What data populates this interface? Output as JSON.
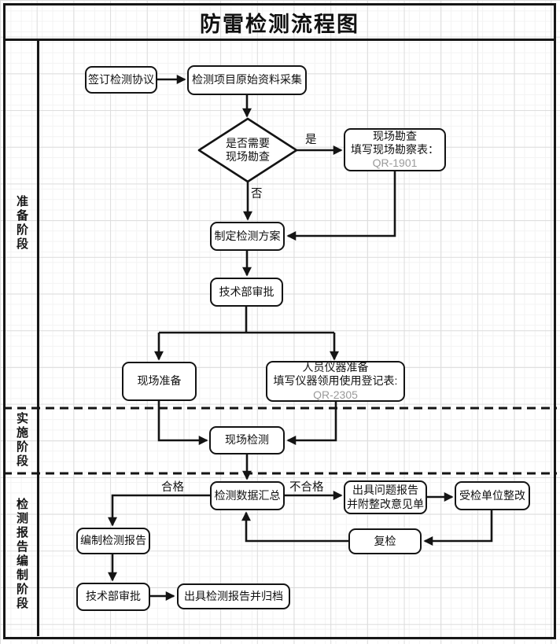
{
  "title": "防雷检测流程图",
  "sidebar": {
    "phases": [
      {
        "label": "准备阶段"
      },
      {
        "label": "实施阶段"
      },
      {
        "label": "检测报告编制阶段"
      }
    ]
  },
  "nodes": {
    "sign_agreement": {
      "label": "签订检测协议"
    },
    "collect_data": {
      "label": "检测项目原始资料采集"
    },
    "need_survey": {
      "label": "是否需要\n现场勘查"
    },
    "site_survey": {
      "label": "现场勘查\n填写现场勘察表：",
      "code": "QR-1901"
    },
    "make_plan": {
      "label": "制定检测方案"
    },
    "tech_approval_1": {
      "label": "技术部审批"
    },
    "site_prep": {
      "label": "现场准备"
    },
    "staff_equip": {
      "label": "人员仪器准备\n填写仪器领用使用登记表:",
      "code": "QR-2305"
    },
    "site_test": {
      "label": "现场检测"
    },
    "data_summary": {
      "label": "检测数据汇总"
    },
    "problem_report": {
      "label": "出具问题报告\n并附整改意见单"
    },
    "unit_rectify": {
      "label": "受检单位整改"
    },
    "recheck": {
      "label": "复检"
    },
    "compile_report": {
      "label": "编制检测报告"
    },
    "tech_approval_2": {
      "label": "技术部审批"
    },
    "issue_archive": {
      "label": "出具检测报告并归档"
    }
  },
  "edge_labels": {
    "yes": "是",
    "no": "否",
    "pass": "合格",
    "fail": "不合格"
  },
  "colors": {
    "stroke": "#141414",
    "code_text": "#9a9a9a",
    "grid_major": "#dcdcdc",
    "grid_minor": "#f3f3f3"
  }
}
